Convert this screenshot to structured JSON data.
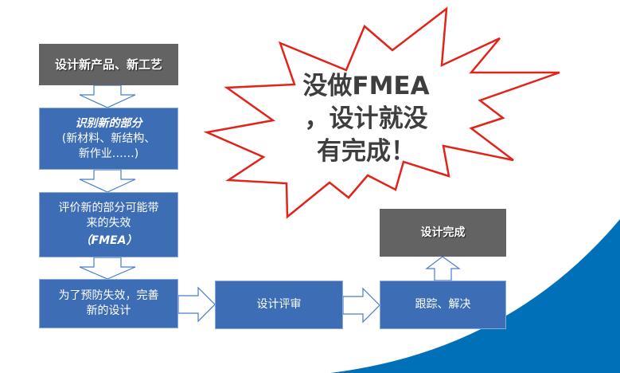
{
  "flow": {
    "step1": "设计新产品、新工艺",
    "step2_title": "识别新的部分",
    "step2_line2": "(新材料、新结构、",
    "step2_line3": "新作业……)",
    "step3_line1": "评价新的部分可能带",
    "step3_line2": "来的失效",
    "step3_line3": "（FMEA）",
    "step4_line1": "为了预防失效，完善",
    "step4_line2": "新的设计",
    "review": "设计评审",
    "track": "跟踪、解决",
    "done": "设计完成"
  },
  "callout": {
    "line1": "没做FMEA",
    "line2": "，设计就没",
    "line3": "有完成！"
  },
  "colors": {
    "blue": "#3d6db4",
    "gray": "#636363",
    "accent": "#0070b8",
    "star_outline": "#e2231a"
  }
}
